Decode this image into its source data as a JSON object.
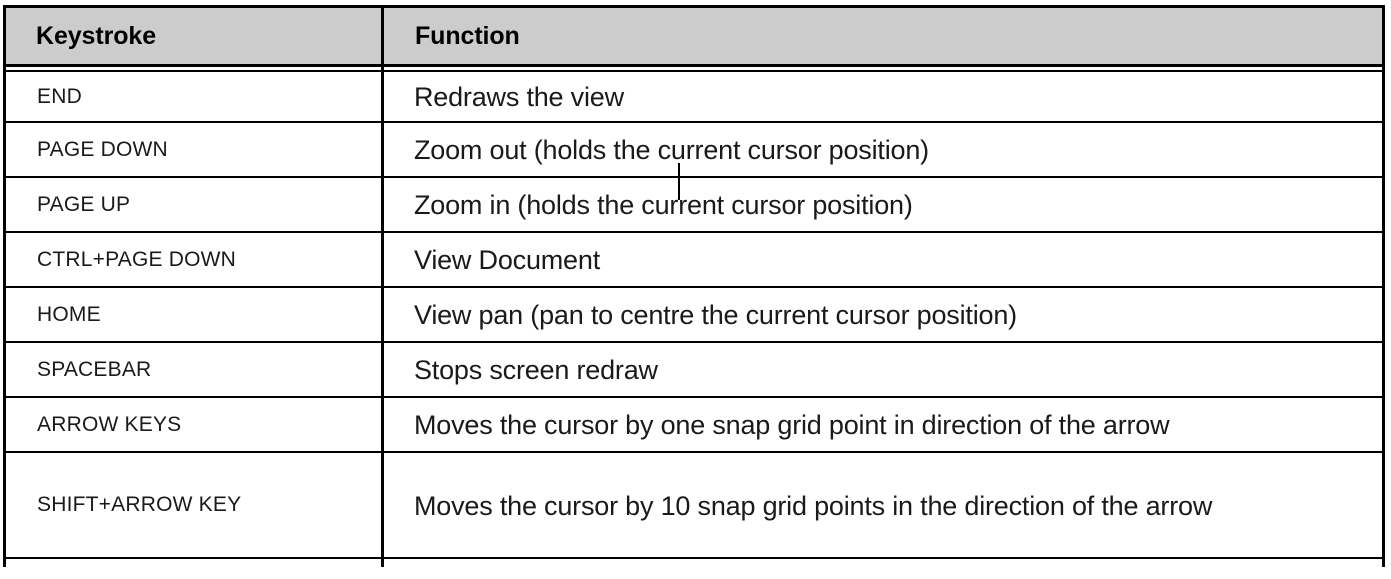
{
  "table": {
    "columns": [
      {
        "key": "keystroke",
        "label": "Keystroke"
      },
      {
        "key": "function",
        "label": "Function"
      }
    ],
    "header_background": "#cccccc",
    "border_color": "#000000",
    "rows": [
      {
        "keystroke": "END",
        "function": "Redraws the view"
      },
      {
        "keystroke": "PAGE DOWN",
        "function": "Zoom out (holds the current cursor position)"
      },
      {
        "keystroke": "PAGE UP",
        "function_before_caret": "Zoom in (holds the cur",
        "function_after_caret": "rent cursor position)",
        "has_text_caret": true
      },
      {
        "keystroke": "CTRL+PAGE DOWN",
        "function": "View Document"
      },
      {
        "keystroke": "HOME",
        "function": "View pan (pan to centre the current cursor position)"
      },
      {
        "keystroke": "SPACEBAR",
        "function": "Stops screen redraw"
      },
      {
        "keystroke": "ARROW KEYS",
        "function": "Moves the cursor by one snap grid point in direction of the arrow"
      },
      {
        "keystroke": "SHIFT+ARROW KEY",
        "function": "Moves the cursor by 10 snap grid points in the direction of the arrow"
      }
    ]
  }
}
